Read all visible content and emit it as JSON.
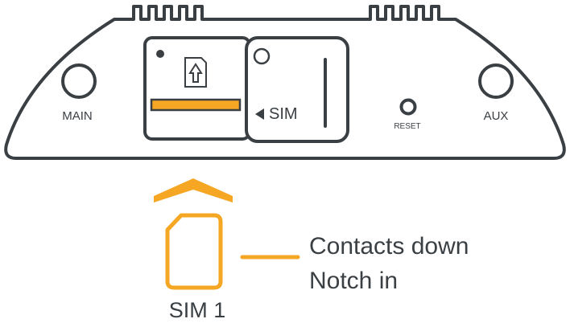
{
  "device": {
    "ports": {
      "main_label": "MAIN",
      "aux_label": "AUX",
      "reset_label": "RESET"
    },
    "sim_tray": {
      "door_label": "SIM"
    }
  },
  "instruction": {
    "line1": "Contacts down",
    "line2": "Notch in",
    "card_label": "SIM 1"
  },
  "colors": {
    "outline": "#3a3f44",
    "accent": "#f5a623"
  },
  "icons": [
    "sim-card-insert-icon",
    "up-arrow-icon",
    "left-triangle-icon",
    "chevron-up-icon"
  ]
}
